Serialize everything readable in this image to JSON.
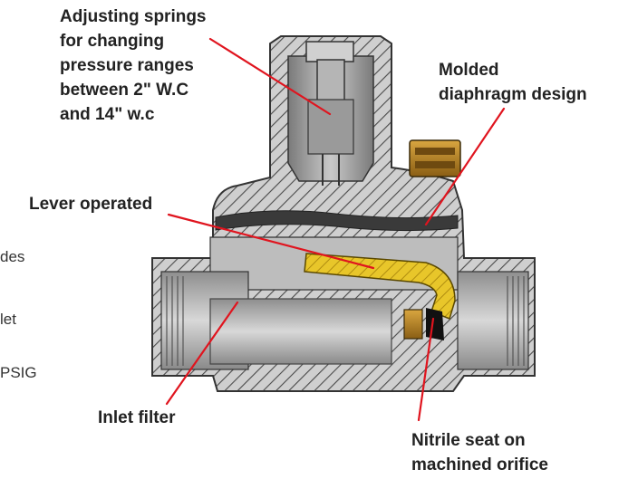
{
  "callouts": {
    "springs": [
      "Adjusting springs",
      "for changing",
      "pressure ranges",
      "between 2\" W.C",
      "and 14\" w.c"
    ],
    "diaphragm": [
      "Molded",
      "diaphragm design"
    ],
    "lever": "Lever operated",
    "filter": "Inlet filter",
    "seat": [
      "Nitrile seat on",
      "machined orifice"
    ]
  },
  "side_text": [
    "des",
    "let",
    "PSIG"
  ],
  "colors": {
    "leader": "#e0141e",
    "body_fill": "#c4c4c4",
    "hatch": "#4a4a4a",
    "lever": "#e8c62a",
    "brass": "#b8862a",
    "text": "#222222"
  }
}
